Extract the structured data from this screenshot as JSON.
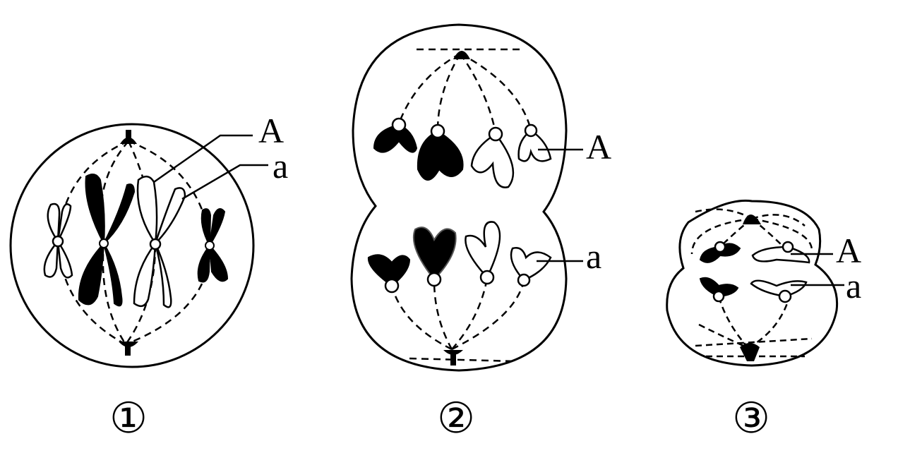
{
  "figure": {
    "panels": [
      {
        "number": "①",
        "gene_labels": [
          "A",
          "a"
        ]
      },
      {
        "number": "②",
        "gene_labels": [
          "A",
          "a"
        ]
      },
      {
        "number": "③",
        "gene_labels": [
          "A",
          "a"
        ]
      }
    ],
    "colors": {
      "ink": "#000000",
      "paper": "#ffffff"
    }
  }
}
